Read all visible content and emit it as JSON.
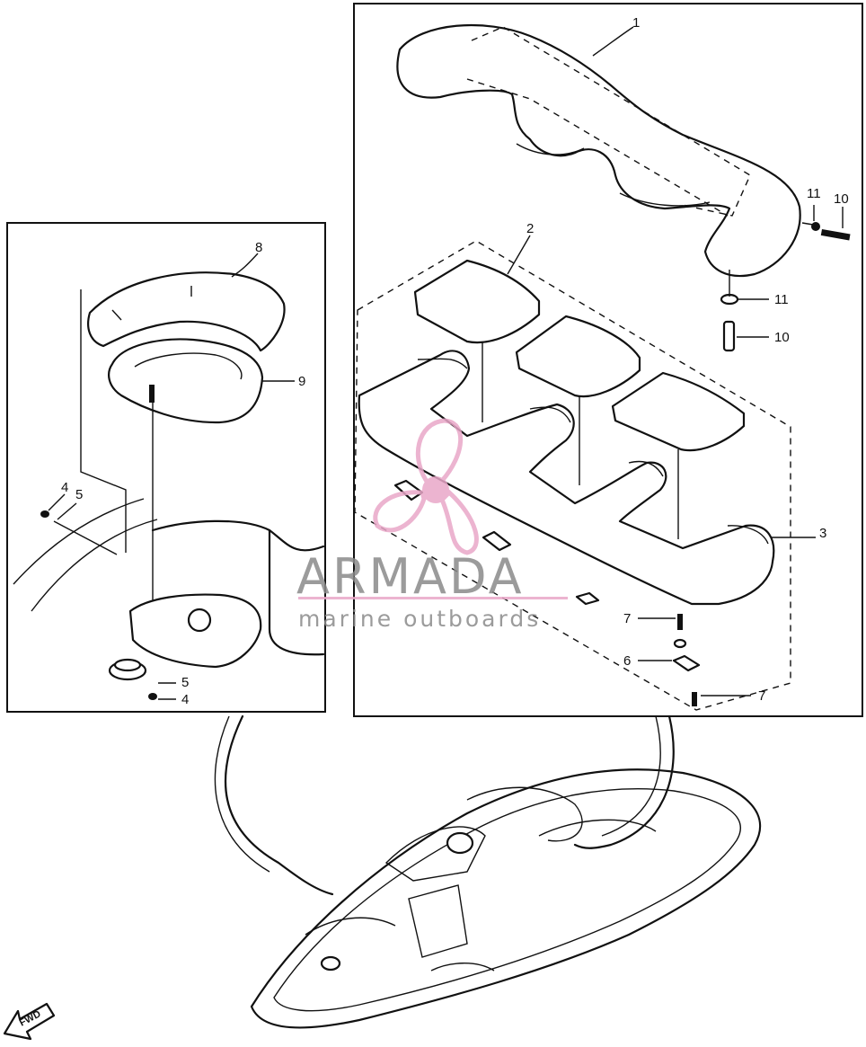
{
  "callouts": {
    "c1": "1",
    "c2": "2",
    "c3": "3",
    "c4a": "4",
    "c4b": "4",
    "c5a": "5",
    "c5b": "5",
    "c6": "6",
    "c7a": "7",
    "c7b": "7",
    "c8": "8",
    "c9": "9",
    "c10a": "10",
    "c10b": "10",
    "c11a": "11",
    "c11b": "11"
  },
  "watermark": {
    "title": "ARMADA",
    "subtitle": "marine outboards",
    "color": "#8a8a8a",
    "logo_color": "#e9a7c8"
  },
  "fwd_label": "FWD",
  "colors": {
    "ink": "#111111",
    "background": "#ffffff"
  }
}
